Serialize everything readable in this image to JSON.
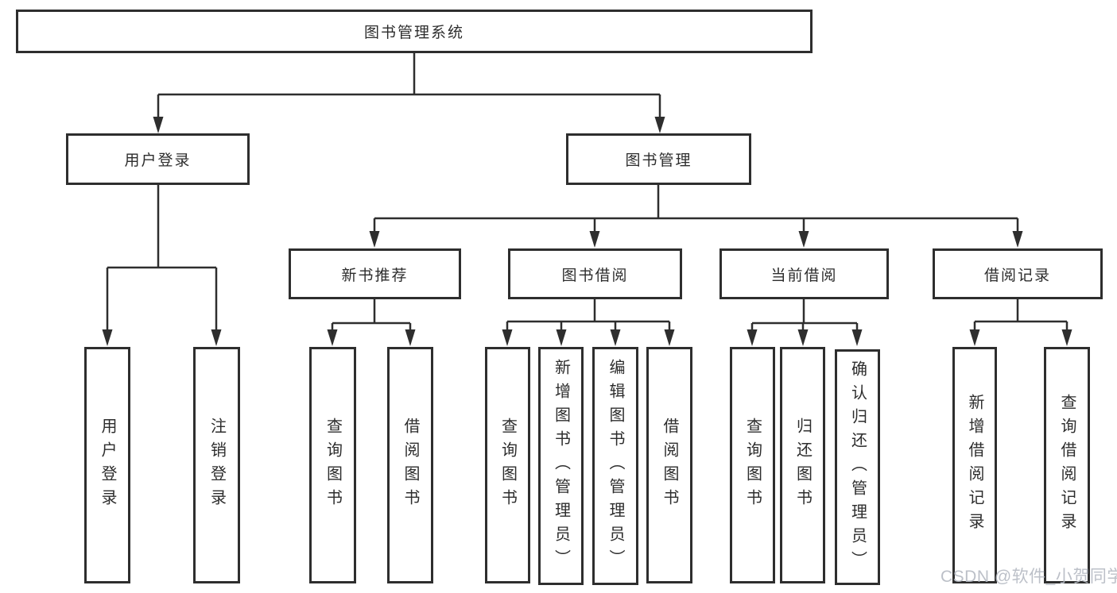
{
  "diagram": {
    "root": {
      "label": "图书管理系统"
    },
    "level2": [
      {
        "label": "用户登录"
      },
      {
        "label": "图书管理"
      }
    ],
    "level3": [
      {
        "label": "新书推荐"
      },
      {
        "label": "图书借阅"
      },
      {
        "label": "当前借阅"
      },
      {
        "label": "借阅记录"
      }
    ],
    "leaves": [
      {
        "label": "用户登录"
      },
      {
        "label": "注销登录"
      },
      {
        "label": "查询图书"
      },
      {
        "label": "借阅图书"
      },
      {
        "label": "查询图书"
      },
      {
        "label": "新增图书（管理员）"
      },
      {
        "label": "编辑图书（管理员）"
      },
      {
        "label": "借阅图书"
      },
      {
        "label": "查询图书"
      },
      {
        "label": "归还图书"
      },
      {
        "label": "确认归还（管理员）"
      },
      {
        "label": "新增借阅记录"
      },
      {
        "label": "查询借阅记录"
      }
    ]
  },
  "watermark": {
    "text": "CSDN @软件_小贺同学"
  },
  "colors": {
    "line": "#2e2e2e",
    "box_border": "#2e2e2e",
    "box_background": "#ffffff",
    "page_background": "#ffffff",
    "text": "#2d2d2d",
    "watermark": "#b5bac3"
  }
}
